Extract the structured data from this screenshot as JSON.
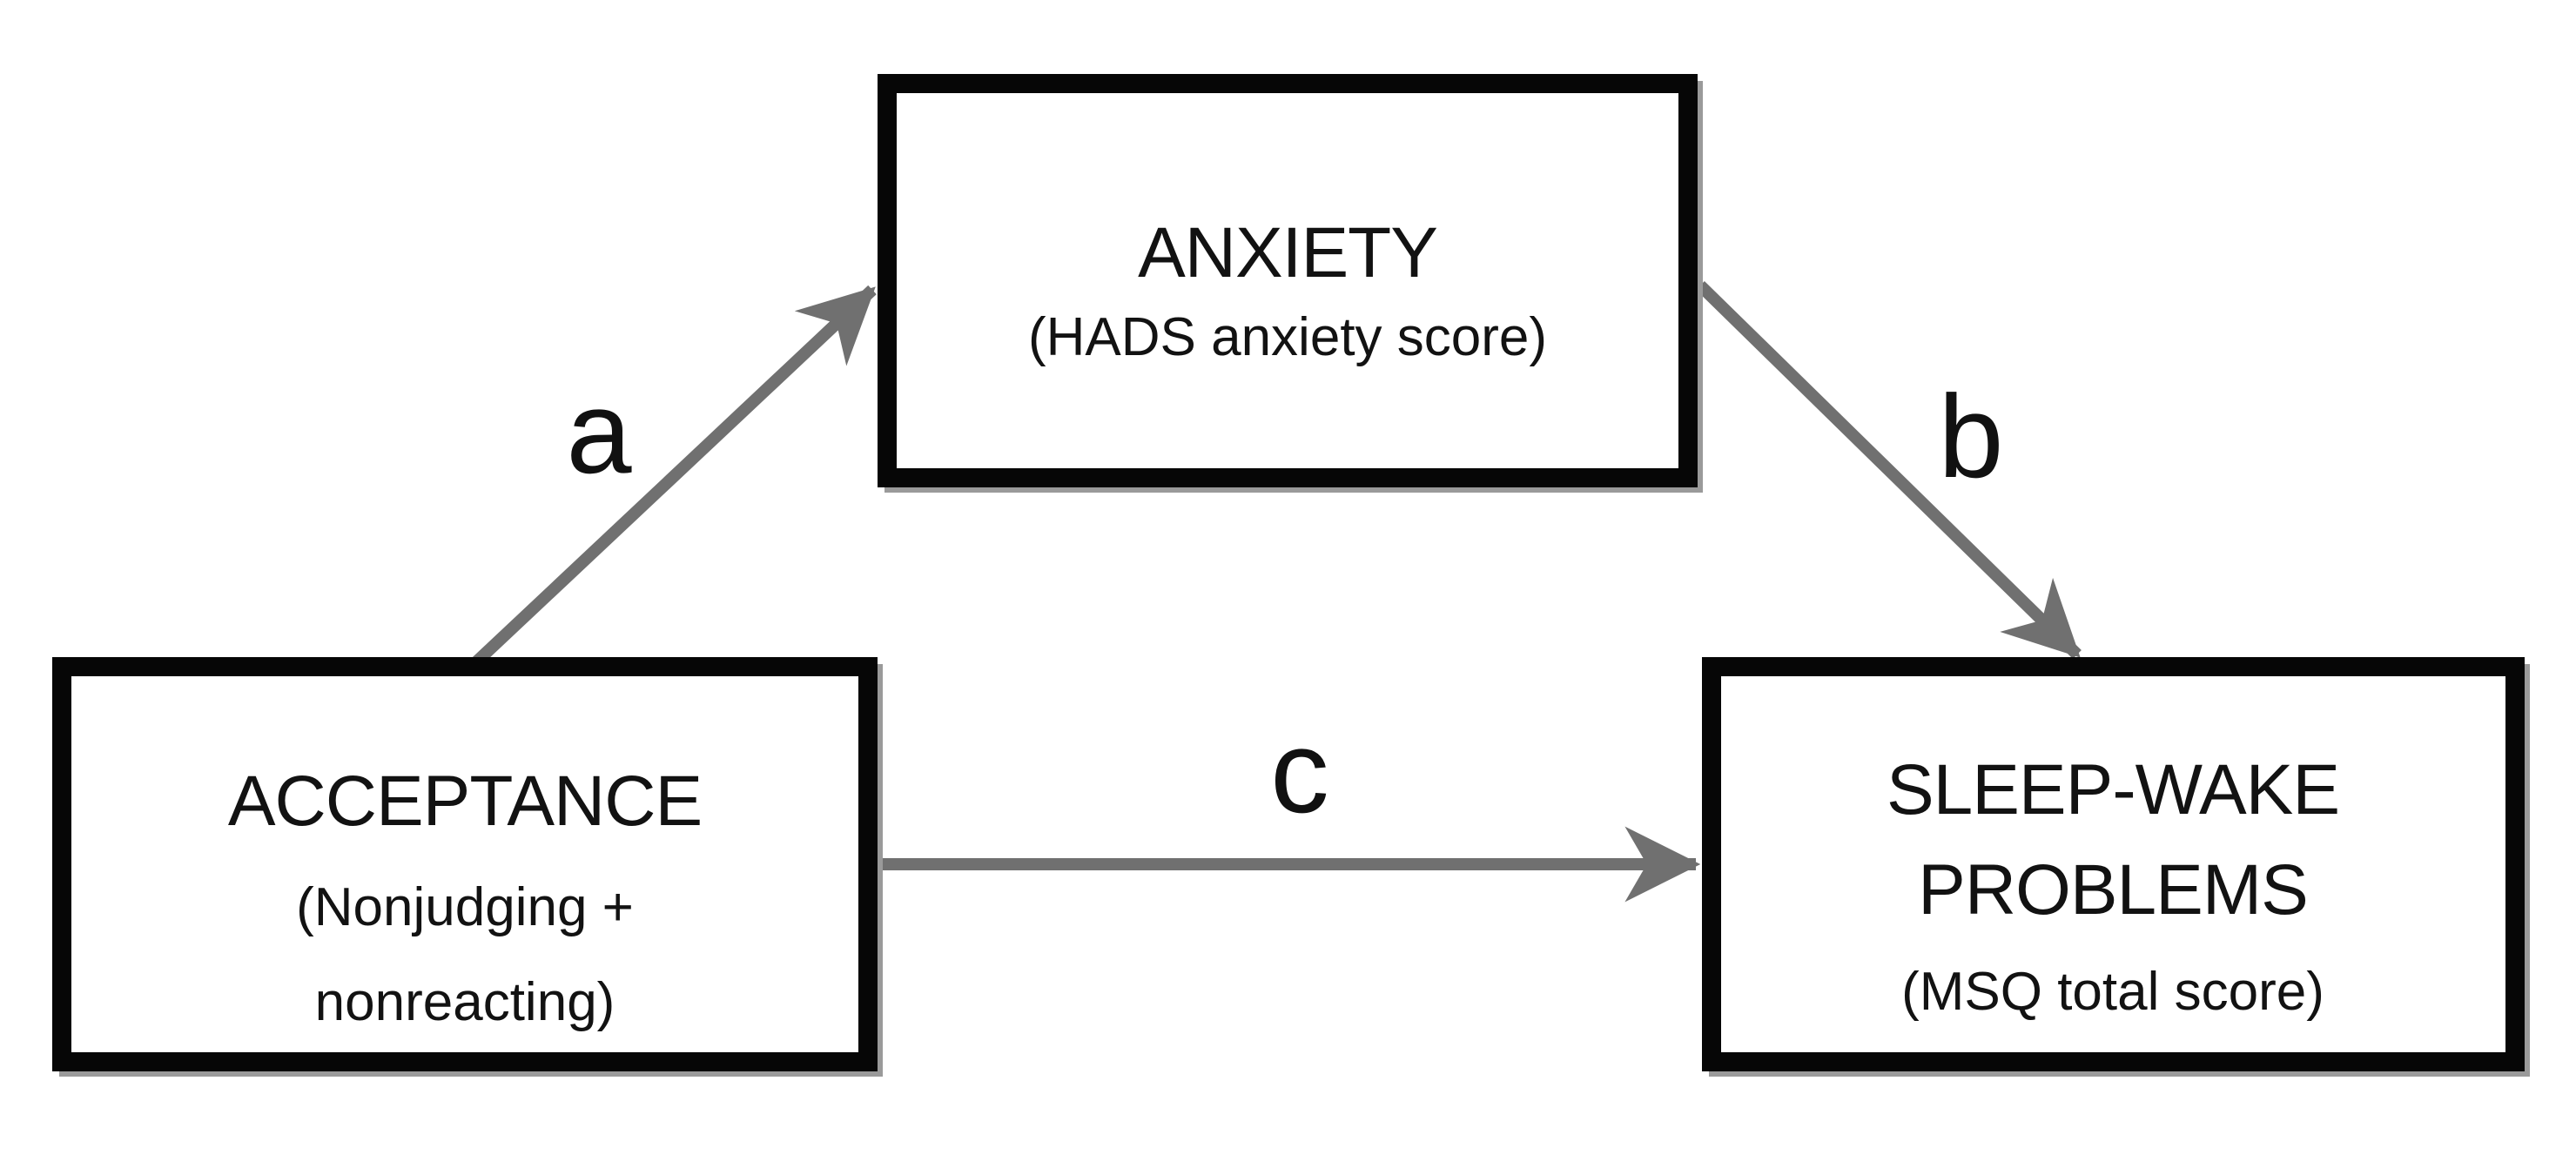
{
  "figure": {
    "background": "#ffffff",
    "colors": {
      "box_border": "#060606",
      "box_fill": "#ffffff",
      "box_shadow": "#9a9a9a",
      "arrow": "#707070",
      "text": "#121212"
    },
    "nodes": {
      "anxiety": {
        "title": "ANXIETY",
        "subtitle": "(HADS anxiety score)"
      },
      "acceptance": {
        "title": "ACCEPTANCE",
        "subtitle_line1": "(Nonjudging +",
        "subtitle_line2": "nonreacting)"
      },
      "sleep_wake": {
        "title_line1": "SLEEP-WAKE",
        "title_line2": "PROBLEMS",
        "subtitle": "(MSQ total score)"
      }
    },
    "paths": {
      "a": {
        "label": "a",
        "from": "ACCEPTANCE",
        "to": "ANXIETY"
      },
      "b": {
        "label": "b",
        "from": "ANXIETY",
        "to": "SLEEP-WAKE PROBLEMS"
      },
      "c": {
        "label": "c",
        "from": "ACCEPTANCE",
        "to": "SLEEP-WAKE PROBLEMS"
      }
    }
  }
}
